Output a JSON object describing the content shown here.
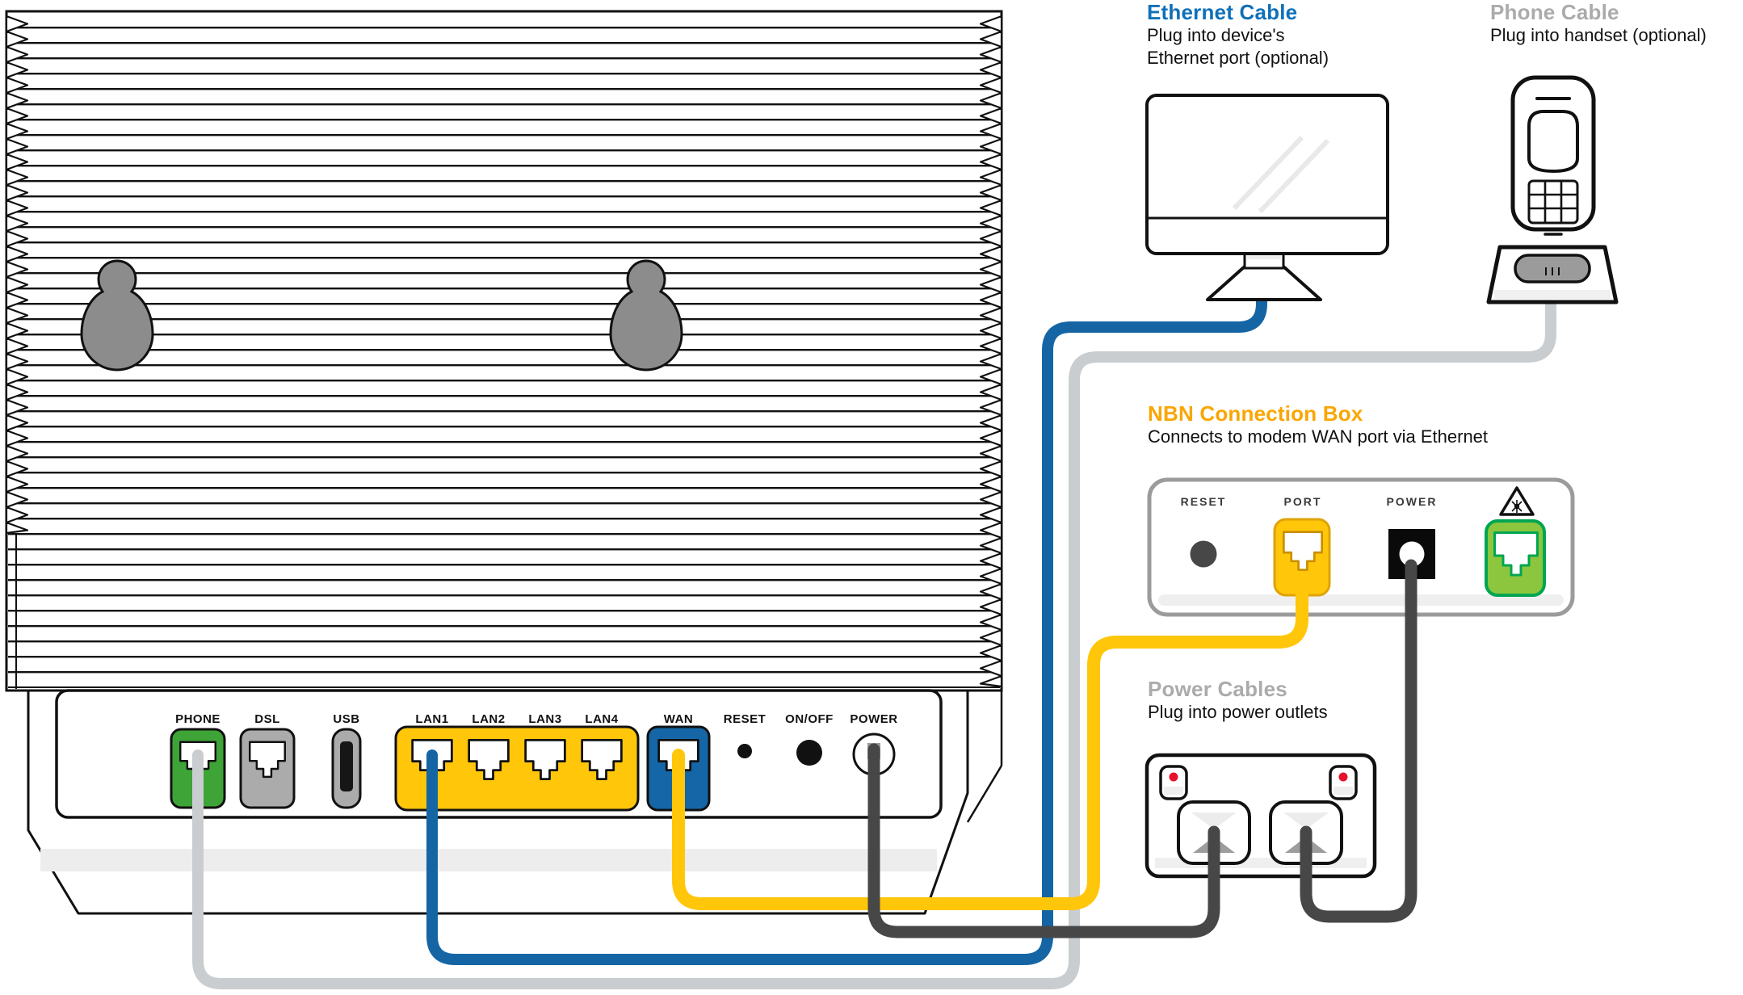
{
  "headings": {
    "ethernet": {
      "title": "Ethernet Cable",
      "line1": "Plug into device's",
      "line2": "Ethernet port (optional)"
    },
    "phone": {
      "title": "Phone Cable",
      "line1": "Plug into handset (optional)",
      "line2": ""
    },
    "nbn": {
      "title": "NBN Connection Box",
      "line1": "Connects to modem WAN port via Ethernet",
      "line2": ""
    },
    "power": {
      "title": "Power Cables",
      "line1": "Plug into power outlets",
      "line2": ""
    }
  },
  "modem": {
    "port_labels": {
      "phone": "PHONE",
      "dsl": "DSL",
      "usb": "USB",
      "lan1": "LAN1",
      "lan2": "LAN2",
      "lan3": "LAN3",
      "lan4": "LAN4",
      "wan": "WAN",
      "reset": "RESET",
      "onoff": "ON/OFF",
      "power": "POWER"
    }
  },
  "nbn_box": {
    "labels": {
      "reset": "RESET",
      "port": "PORT",
      "power": "POWER"
    },
    "icons": [
      "laser-warning-icon",
      "fiber-port"
    ]
  },
  "colors": {
    "heading_blue": "#1070B8",
    "heading_gray": "#ABABAB",
    "heading_orange": "#F9A602",
    "ethernet_cable_blue": "#1565A5",
    "phone_cable_gray": "#C9CDD0",
    "power_cable_dark": "#474747",
    "yellow_cable": "#FFC60A",
    "lan_wan_yellow": "#FFC60A",
    "wan_blue": "#1566A6",
    "phone_port_green": "#3EA437",
    "port_gray": "#ABABAB",
    "nbn_green_fill": "#8CC63F",
    "nbn_green_stroke": "#00A551",
    "red_indicator": "#E8112D",
    "keyhole_gray": "#8C8C8C",
    "box_border_gray": "#9B9B9B"
  }
}
